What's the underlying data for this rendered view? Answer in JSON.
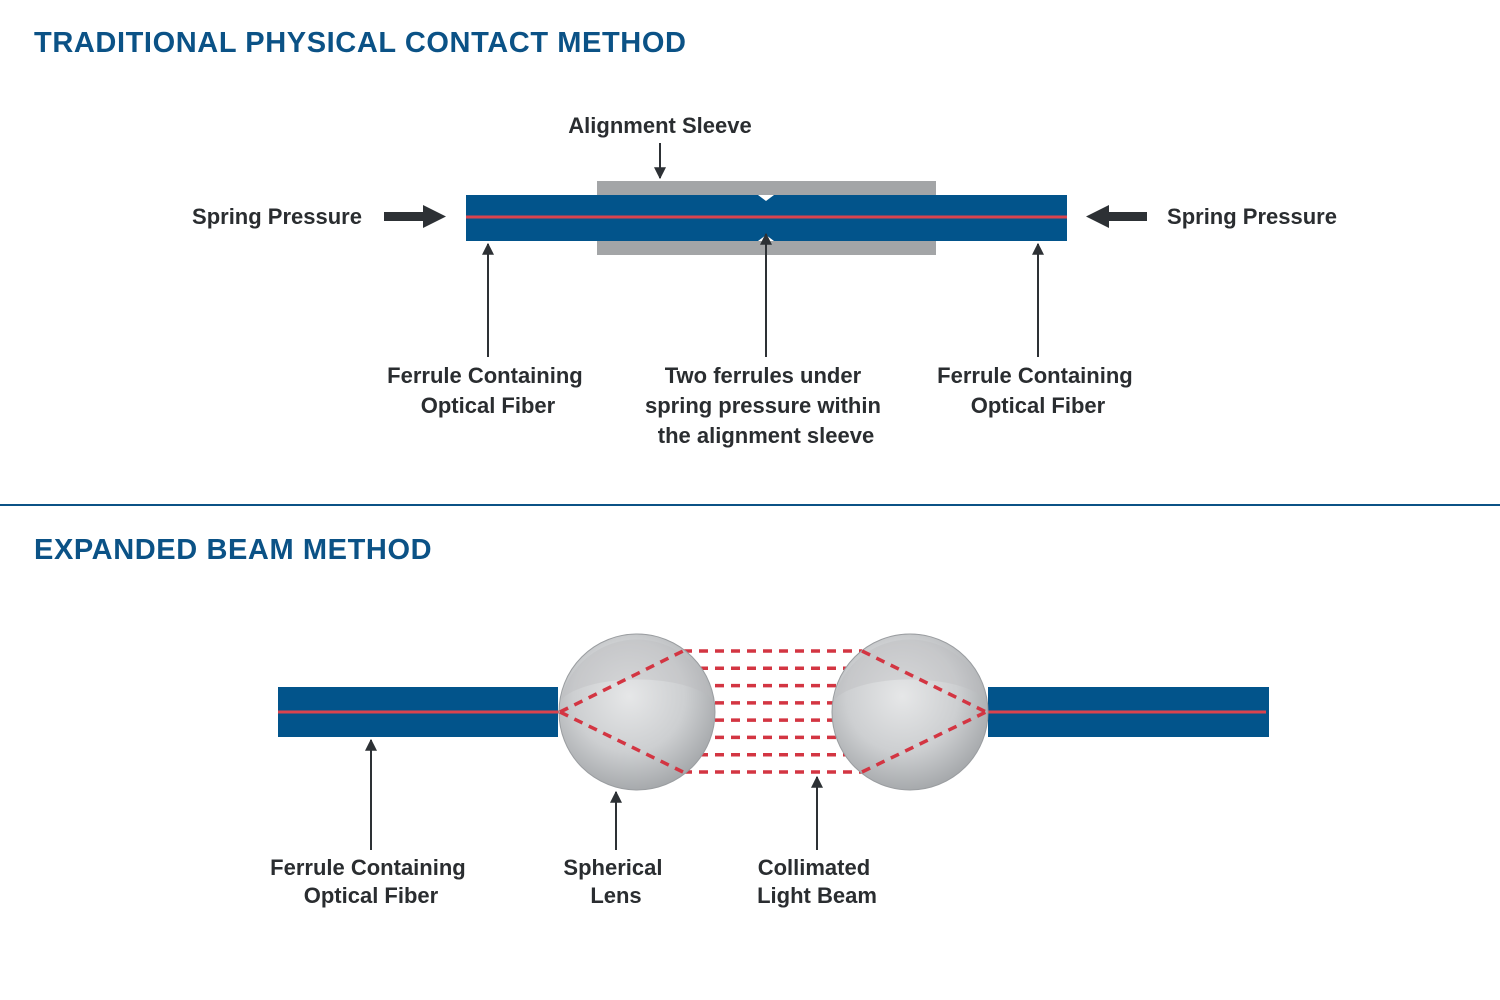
{
  "colors": {
    "heading": "#0b5286",
    "ferrule": "#02548b",
    "fiber": "#d9434e",
    "sleeve": "#a3a5a7",
    "arrow": "#2d3135",
    "label": "#2a2d30",
    "beam": "#d33542",
    "divider": "#0b5286"
  },
  "traditional": {
    "title": "TRADITIONAL PHYSICAL CONTACT METHOD",
    "labels": {
      "alignment_sleeve": "Alignment Sleeve",
      "spring_pressure_left": "Spring Pressure",
      "spring_pressure_right": "Spring Pressure",
      "ferrule_left": [
        "Ferrule Containing",
        "Optical Fiber"
      ],
      "center": [
        "Two ferrules under",
        "spring pressure within",
        "the alignment sleeve"
      ],
      "ferrule_right": [
        "Ferrule Containing",
        "Optical Fiber"
      ]
    }
  },
  "expanded": {
    "title": "EXPANDED BEAM METHOD",
    "beam_line_count": 8,
    "labels": {
      "ferrule": [
        "Ferrule Containing",
        "Optical Fiber"
      ],
      "lens": [
        "Spherical",
        "Lens"
      ],
      "beam": [
        "Collimated",
        "Light Beam"
      ]
    }
  }
}
